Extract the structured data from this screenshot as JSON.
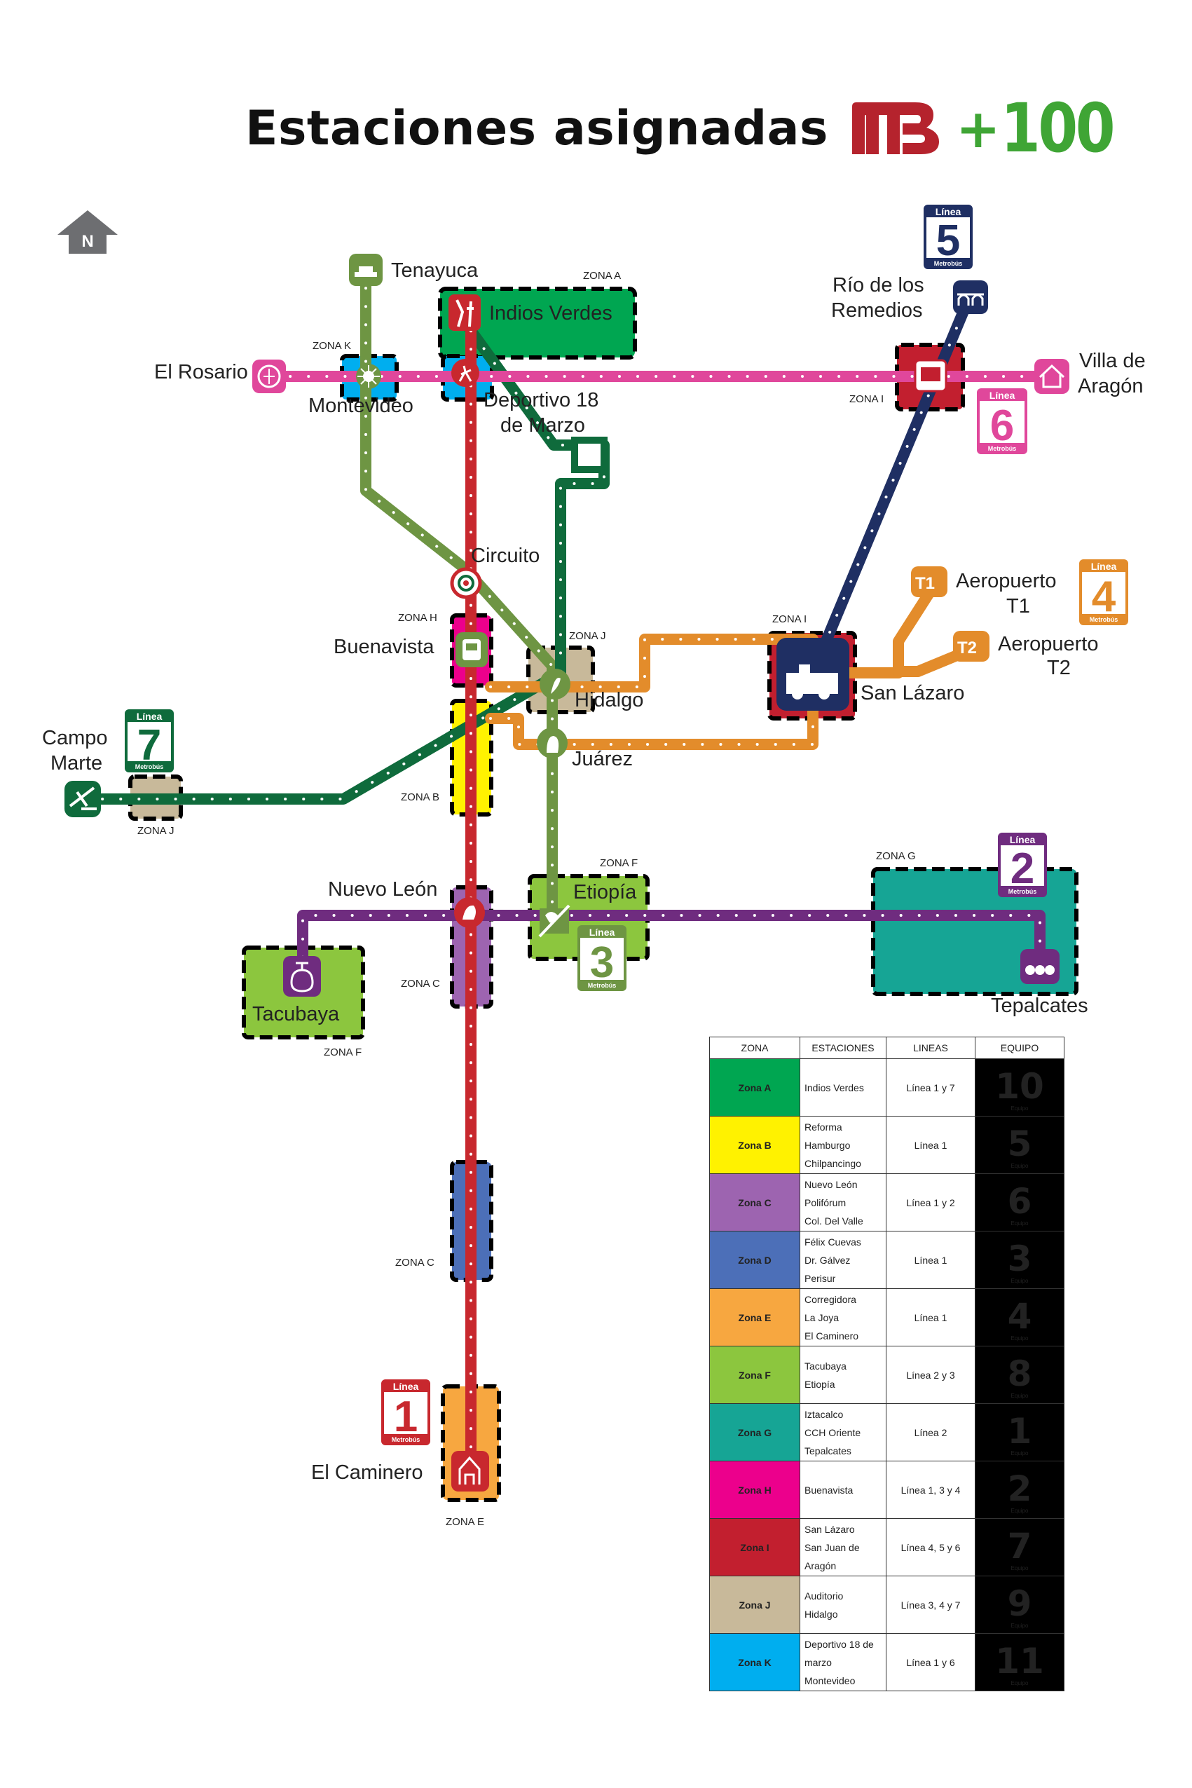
{
  "title": "Estaciones asignadas",
  "logo": {
    "mb": "MB",
    "plus": "+",
    "hundred": "100"
  },
  "north_label": "N",
  "colors": {
    "linea1": "#c8282e",
    "linea2": "#6f2c7f",
    "linea3": "#6e9543",
    "linea4": "#e38c2b",
    "linea5": "#1f2f63",
    "linea6": "#e0479b",
    "linea7": "#0f6b3c",
    "zona_a": "#00a651",
    "zona_b": "#fff200",
    "zona_c": "#9d64b0",
    "zona_d": "#4c6fb8",
    "zona_e": "#f7a740",
    "zona_f": "#8cc63e",
    "zona_g": "#16a595",
    "zona_h": "#ec008c",
    "zona_i": "#c21f2f",
    "zona_j": "#c8b99a",
    "zona_k": "#00aeef"
  },
  "line_badges": [
    {
      "word": "Línea",
      "num": "1",
      "sub": "Metrobús",
      "color": "#c8282e"
    },
    {
      "word": "Línea",
      "num": "2",
      "sub": "Metrobús",
      "color": "#6f2c7f"
    },
    {
      "word": "Línea",
      "num": "3",
      "sub": "Metrobús",
      "color": "#6e9543"
    },
    {
      "word": "Línea",
      "num": "4",
      "sub": "Metrobús",
      "color": "#e38c2b"
    },
    {
      "word": "Línea",
      "num": "5",
      "sub": "Metrobús",
      "color": "#1f2f63"
    },
    {
      "word": "Línea",
      "num": "6",
      "sub": "Metrobús",
      "color": "#e0479b"
    },
    {
      "word": "Línea",
      "num": "7",
      "sub": "Metrobús",
      "color": "#0f6b3c"
    }
  ],
  "stations": {
    "tenayuca": "Tenayuca",
    "indios_verdes": "Indios Verdes",
    "el_rosario": "El Rosario",
    "montevideo": "Montevideo",
    "deportivo_1": "Deportivo 18",
    "deportivo_2": "de Marzo",
    "rio_remedios_1": "Río de los",
    "rio_remedios_2": "Remedios",
    "villa_aragon_1": "Villa de",
    "villa_aragon_2": "Aragón",
    "circuito": "Circuito",
    "aeropuerto_t1_1": "Aeropuerto",
    "aeropuerto_t1_2": "T1",
    "aeropuerto_t2_1": "Aeropuerto",
    "aeropuerto_t2_2": "T2",
    "buenavista": "Buenavista",
    "hidalgo": "Hidalgo",
    "san_lazaro": "San Lázaro",
    "juarez": "Juárez",
    "campo_marte_1": "Campo",
    "campo_marte_2": "Marte",
    "nuevo_leon": "Nuevo León",
    "etiopia": "Etiopía",
    "tacubaya": "Tacubaya",
    "tepalcates": "Tepalcates",
    "el_caminero": "El Caminero"
  },
  "icon_texts": {
    "t1": "T1",
    "t2": "T2"
  },
  "zone_labels": {
    "zona_a": "ZONA A",
    "zona_k": "ZONA K",
    "zona_i_top": "ZONA I",
    "zona_h": "ZONA H",
    "zona_j_center": "ZONA J",
    "zona_i_mid": "ZONA I",
    "zona_b": "ZONA B",
    "zona_j_left": "ZONA J",
    "zona_f_top": "ZONA F",
    "zona_g": "ZONA G",
    "zona_c_top": "ZONA C",
    "zona_f_bottom": "ZONA F",
    "zona_c_bottom": "ZONA C",
    "zona_e": "ZONA E"
  },
  "table": {
    "headers": [
      "ZONA",
      "ESTACIONES",
      "LINEAS",
      "EQUIPO"
    ],
    "equipo_label": "Equipo",
    "rows": [
      {
        "zona": "Zona A",
        "color": "#00a651",
        "estaciones": [
          "Indios Verdes"
        ],
        "lineas": "Línea 1 y 7",
        "equipo": "10"
      },
      {
        "zona": "Zona B",
        "color": "#fff200",
        "estaciones": [
          "Reforma",
          "Hamburgo",
          "Chilpancingo"
        ],
        "lineas": "Línea 1",
        "equipo": "5"
      },
      {
        "zona": "Zona C",
        "color": "#9d64b0",
        "estaciones": [
          "Nuevo León",
          "Polifórum",
          "Col. Del Valle"
        ],
        "lineas": "Línea 1 y 2",
        "equipo": "6"
      },
      {
        "zona": "Zona D",
        "color": "#4c6fb8",
        "estaciones": [
          "Félix Cuevas",
          "Dr. Gálvez",
          "Perisur"
        ],
        "lineas": "Línea 1",
        "equipo": "3"
      },
      {
        "zona": "Zona E",
        "color": "#f7a740",
        "estaciones": [
          "Corregidora",
          "La Joya",
          "El Caminero"
        ],
        "lineas": "Línea 1",
        "equipo": "4"
      },
      {
        "zona": "Zona F",
        "color": "#8cc63e",
        "estaciones": [
          "Tacubaya",
          "Etiopía"
        ],
        "lineas": "Línea 2 y 3",
        "equipo": "8"
      },
      {
        "zona": "Zona G",
        "color": "#16a595",
        "estaciones": [
          "Iztacalco",
          "CCH Oriente",
          "Tepalcates"
        ],
        "lineas": "Línea 2",
        "equipo": "1"
      },
      {
        "zona": "Zona H",
        "color": "#ec008c",
        "estaciones": [
          "Buenavista"
        ],
        "lineas": "Línea 1, 3 y 4",
        "equipo": "2"
      },
      {
        "zona": "Zona I",
        "color": "#c21f2f",
        "estaciones": [
          "San Lázaro",
          "San Juan de Aragón"
        ],
        "lineas": "Línea 4, 5 y 6",
        "equipo": "7"
      },
      {
        "zona": "Zona J",
        "color": "#c8b99a",
        "estaciones": [
          "Auditorio",
          "Hidalgo"
        ],
        "lineas": "Línea 3, 4 y 7",
        "equipo": "9"
      },
      {
        "zona": "Zona K",
        "color": "#00aeef",
        "estaciones": [
          "Deportivo 18 de marzo",
          "Montevideo"
        ],
        "lineas": "Línea 1 y 6",
        "equipo": "11"
      }
    ]
  }
}
